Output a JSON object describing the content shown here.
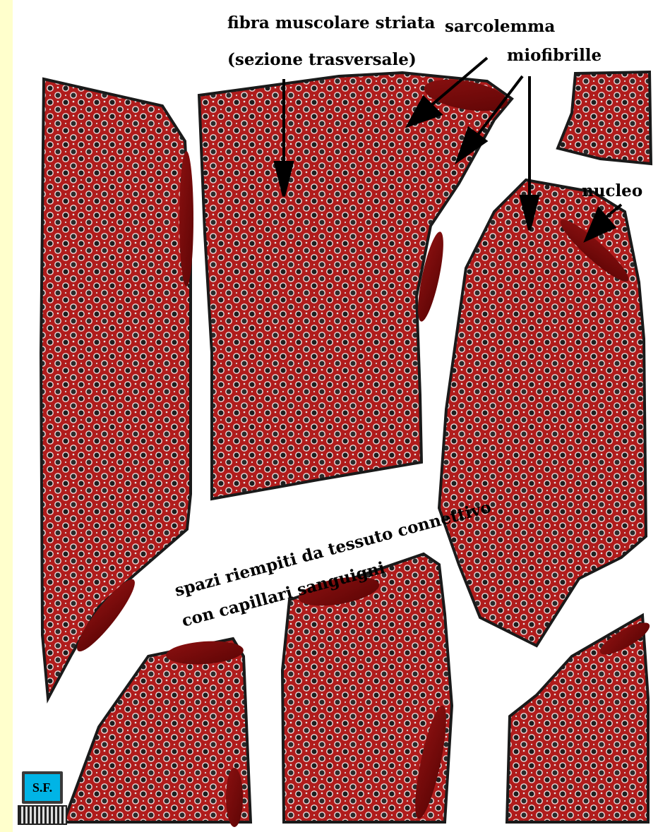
{
  "labels": {
    "fibra_line1": "fibra muscolare striata",
    "fibra_line2": "(sezione trasversale)",
    "sarcolemma": "sarcolemma",
    "miofibrille": "miofibrille",
    "nucleo": "nucleo",
    "spazi_line1": "spazi riempiti da tessuto connettivo",
    "spazi_line2": "con capillari sanguigni"
  },
  "logo": {
    "text": "S.F."
  },
  "colors": {
    "page_border": "#ffffcc",
    "fiber_fill": "#b01c1c",
    "fiber_edge": "#1a1a1a",
    "nucleus_fill": "#7a0a0a",
    "dot_dark": "#1a1a1a",
    "dot_ring": "#f2e6e6"
  }
}
